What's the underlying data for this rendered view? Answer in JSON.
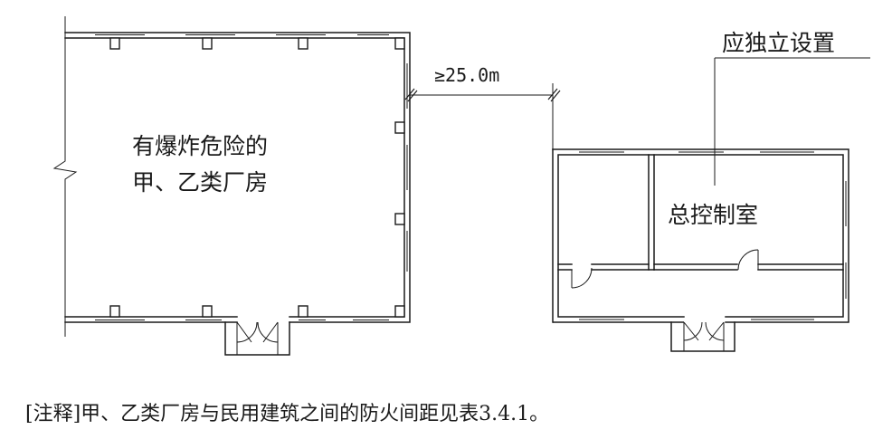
{
  "factory": {
    "label_line1": "有爆炸危险的",
    "label_line2": "甲、乙类厂房"
  },
  "distance": {
    "label": "≥25.0m"
  },
  "control_building": {
    "room_label": "总控制室",
    "callout_label": "应独立设置"
  },
  "note": {
    "text": "[注释]甲、乙类厂房与民用建筑之间的防火间距见表3.4.1。"
  }
}
